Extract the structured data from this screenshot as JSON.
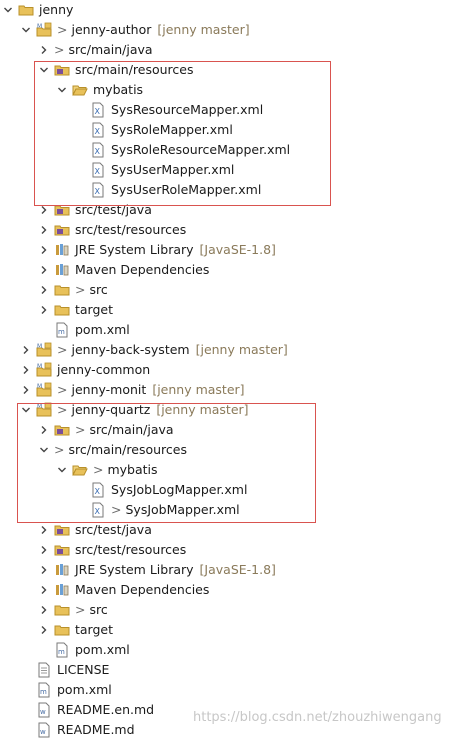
{
  "tree": [
    {
      "id": "jenny",
      "level": 0,
      "expander": "down",
      "icon": "folder-icon",
      "dirty": false,
      "label": "jenny",
      "decoration": ""
    },
    {
      "id": "jenny-author",
      "level": 1,
      "expander": "down",
      "icon": "maven-project-icon",
      "dirty": true,
      "label": "jenny-author",
      "decoration": "[jenny master]"
    },
    {
      "id": "author-src-main-java",
      "level": 2,
      "expander": "right",
      "icon": "",
      "dirty": true,
      "label": "src/main/java",
      "decoration": ""
    },
    {
      "id": "author-src-main-resources",
      "level": 2,
      "expander": "down",
      "icon": "source-folder-icon",
      "dirty": false,
      "label": "src/main/resources",
      "decoration": ""
    },
    {
      "id": "author-mybatis",
      "level": 3,
      "expander": "down",
      "icon": "folder-open-icon",
      "dirty": false,
      "label": "mybatis",
      "decoration": ""
    },
    {
      "id": "SysResourceMapper",
      "level": 4,
      "expander": "none",
      "icon": "xml-file-icon",
      "dirty": false,
      "label": "SysResourceMapper.xml",
      "decoration": ""
    },
    {
      "id": "SysRoleMapper",
      "level": 4,
      "expander": "none",
      "icon": "xml-file-icon",
      "dirty": false,
      "label": "SysRoleMapper.xml",
      "decoration": ""
    },
    {
      "id": "SysRoleResourceMapper",
      "level": 4,
      "expander": "none",
      "icon": "xml-file-icon",
      "dirty": false,
      "label": "SysRoleResourceMapper.xml",
      "decoration": ""
    },
    {
      "id": "SysUserMapper",
      "level": 4,
      "expander": "none",
      "icon": "xml-file-icon",
      "dirty": false,
      "label": "SysUserMapper.xml",
      "decoration": ""
    },
    {
      "id": "SysUserRoleMapper",
      "level": 4,
      "expander": "none",
      "icon": "xml-file-icon",
      "dirty": false,
      "label": "SysUserRoleMapper.xml",
      "decoration": ""
    },
    {
      "id": "author-src-test-java",
      "level": 2,
      "expander": "right",
      "icon": "source-folder-icon",
      "dirty": false,
      "label": "src/test/java",
      "decoration": ""
    },
    {
      "id": "author-src-test-resources",
      "level": 2,
      "expander": "right",
      "icon": "source-folder-icon",
      "dirty": false,
      "label": "src/test/resources",
      "decoration": ""
    },
    {
      "id": "author-jre",
      "level": 2,
      "expander": "right",
      "icon": "library-icon",
      "dirty": false,
      "label": "JRE System Library",
      "decoration": "[JavaSE-1.8]"
    },
    {
      "id": "author-maven-deps",
      "level": 2,
      "expander": "right",
      "icon": "library-icon",
      "dirty": false,
      "label": "Maven Dependencies",
      "decoration": ""
    },
    {
      "id": "author-src",
      "level": 2,
      "expander": "right",
      "icon": "folder-icon",
      "dirty": true,
      "label": "src",
      "decoration": ""
    },
    {
      "id": "author-target",
      "level": 2,
      "expander": "right",
      "icon": "folder-icon",
      "dirty": false,
      "label": "target",
      "decoration": ""
    },
    {
      "id": "author-pom",
      "level": 2,
      "expander": "none",
      "icon": "pom-file-icon",
      "dirty": false,
      "label": "pom.xml",
      "decoration": ""
    },
    {
      "id": "jenny-back-system",
      "level": 1,
      "expander": "right",
      "icon": "maven-project-icon",
      "dirty": true,
      "label": "jenny-back-system",
      "decoration": "[jenny master]"
    },
    {
      "id": "jenny-common",
      "level": 1,
      "expander": "right",
      "icon": "maven-project-icon",
      "dirty": false,
      "label": "jenny-common",
      "decoration": ""
    },
    {
      "id": "jenny-monit",
      "level": 1,
      "expander": "right",
      "icon": "maven-project-icon",
      "dirty": true,
      "label": "jenny-monit",
      "decoration": "[jenny master]"
    },
    {
      "id": "jenny-quartz",
      "level": 1,
      "expander": "down",
      "icon": "maven-project-icon",
      "dirty": true,
      "label": "jenny-quartz",
      "decoration": "[jenny master]"
    },
    {
      "id": "quartz-src-main-java",
      "level": 2,
      "expander": "right",
      "icon": "source-folder-icon",
      "dirty": true,
      "label": "src/main/java",
      "decoration": ""
    },
    {
      "id": "quartz-src-main-resources",
      "level": 2,
      "expander": "down",
      "icon": "",
      "dirty": true,
      "label": "src/main/resources",
      "decoration": ""
    },
    {
      "id": "quartz-mybatis",
      "level": 3,
      "expander": "down",
      "icon": "folder-open-icon",
      "dirty": true,
      "label": "mybatis",
      "decoration": ""
    },
    {
      "id": "SysJobLogMapper",
      "level": 4,
      "expander": "none",
      "icon": "xml-file-icon",
      "dirty": false,
      "label": "SysJobLogMapper.xml",
      "decoration": ""
    },
    {
      "id": "SysJobMapper",
      "level": 4,
      "expander": "none",
      "icon": "xml-file-icon",
      "dirty": true,
      "label": "SysJobMapper.xml",
      "decoration": ""
    },
    {
      "id": "quartz-src-test-java",
      "level": 2,
      "expander": "right",
      "icon": "source-folder-icon",
      "dirty": false,
      "label": "src/test/java",
      "decoration": ""
    },
    {
      "id": "quartz-src-test-resources",
      "level": 2,
      "expander": "right",
      "icon": "source-folder-icon",
      "dirty": false,
      "label": "src/test/resources",
      "decoration": ""
    },
    {
      "id": "quartz-jre",
      "level": 2,
      "expander": "right",
      "icon": "library-icon",
      "dirty": false,
      "label": "JRE System Library",
      "decoration": "[JavaSE-1.8]"
    },
    {
      "id": "quartz-maven-deps",
      "level": 2,
      "expander": "right",
      "icon": "library-icon",
      "dirty": false,
      "label": "Maven Dependencies",
      "decoration": ""
    },
    {
      "id": "quartz-src",
      "level": 2,
      "expander": "right",
      "icon": "folder-icon",
      "dirty": true,
      "label": "src",
      "decoration": ""
    },
    {
      "id": "quartz-target",
      "level": 2,
      "expander": "right",
      "icon": "folder-icon",
      "dirty": false,
      "label": "target",
      "decoration": ""
    },
    {
      "id": "quartz-pom",
      "level": 2,
      "expander": "none",
      "icon": "pom-file-icon",
      "dirty": false,
      "label": "pom.xml",
      "decoration": ""
    },
    {
      "id": "license",
      "level": 1,
      "expander": "none",
      "icon": "text-file-icon",
      "dirty": false,
      "label": "LICENSE",
      "decoration": ""
    },
    {
      "id": "root-pom",
      "level": 1,
      "expander": "none",
      "icon": "pom-file-icon",
      "dirty": false,
      "label": "pom.xml",
      "decoration": ""
    },
    {
      "id": "readme-en",
      "level": 1,
      "expander": "none",
      "icon": "markdown-file-icon",
      "dirty": false,
      "label": "README.en.md",
      "decoration": ""
    },
    {
      "id": "readme",
      "level": 1,
      "expander": "none",
      "icon": "markdown-file-icon",
      "dirty": false,
      "label": "README.md",
      "decoration": ""
    }
  ],
  "colors": {
    "highlight_box": "#d9534f",
    "folder": "#e8c15a",
    "source_folder_badge": "#7a4f9a",
    "maven_badge": "#4a6fa5",
    "decoration": "#8a7a5a"
  },
  "watermark": "https://blog.csdn.net/zhouzhiwengang"
}
